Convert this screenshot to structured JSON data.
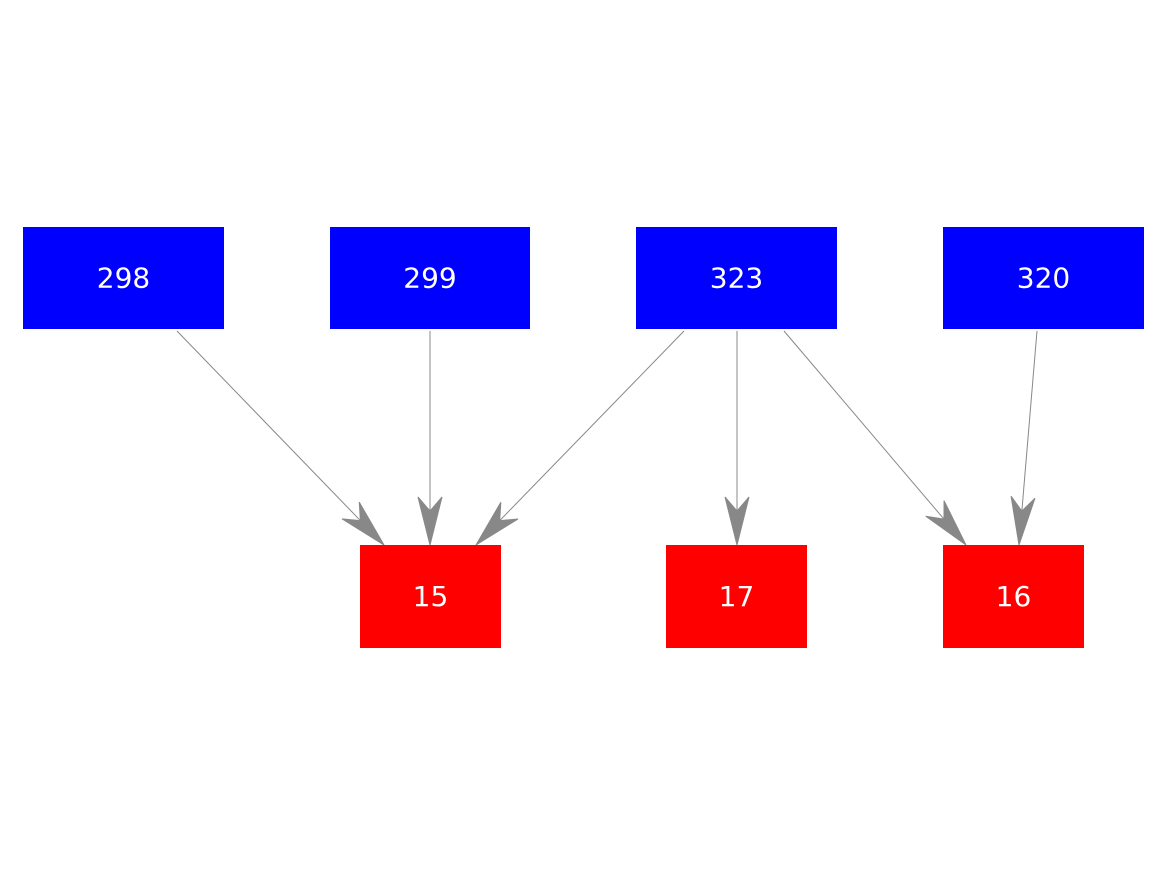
{
  "colors": {
    "source_node": "#0000ff",
    "target_node": "#ff0000",
    "edge": "#888888",
    "label": "#ffffff",
    "background": "#ffffff"
  },
  "nodes": [
    {
      "id": "n298",
      "label": "298",
      "group": "source"
    },
    {
      "id": "n299",
      "label": "299",
      "group": "source"
    },
    {
      "id": "n323",
      "label": "323",
      "group": "source"
    },
    {
      "id": "n320",
      "label": "320",
      "group": "source"
    },
    {
      "id": "n15",
      "label": "15",
      "group": "target"
    },
    {
      "id": "n17",
      "label": "17",
      "group": "target"
    },
    {
      "id": "n16",
      "label": "16",
      "group": "target"
    }
  ],
  "edges": [
    {
      "from": "n298",
      "to": "n15"
    },
    {
      "from": "n299",
      "to": "n15"
    },
    {
      "from": "n323",
      "to": "n15"
    },
    {
      "from": "n323",
      "to": "n17"
    },
    {
      "from": "n323",
      "to": "n16"
    },
    {
      "from": "n320",
      "to": "n16"
    }
  ]
}
